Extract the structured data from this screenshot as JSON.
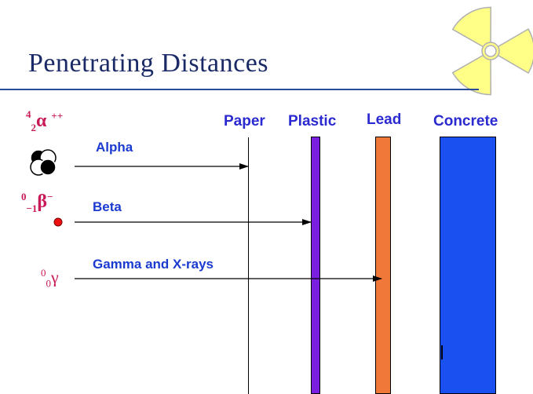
{
  "title": "Penetrating Distances",
  "barriers": {
    "paper": "Paper",
    "plastic": "Plastic",
    "lead": "Lead",
    "concrete": "Concrete"
  },
  "rays": {
    "alpha": "Alpha",
    "beta": "Beta",
    "gamma": "Gamma and X-rays"
  },
  "symbols": {
    "alpha": {
      "super": "4",
      "sub": "2",
      "glyph": "α",
      "charge": "++"
    },
    "beta": {
      "super": "0",
      "sub": "−1",
      "glyph": "β",
      "charge": "−"
    },
    "gamma": {
      "super": "0",
      "sub": "0",
      "glyph": "γ"
    }
  },
  "colors": {
    "plastic": "#7a1ee0",
    "lead": "#f07838",
    "concrete": "#1a4ff0",
    "symbol": "#c81a58",
    "label": "#2a2ad0"
  },
  "icons": [
    "radiation-icon",
    "alpha-particle-icon",
    "beta-particle-icon"
  ]
}
